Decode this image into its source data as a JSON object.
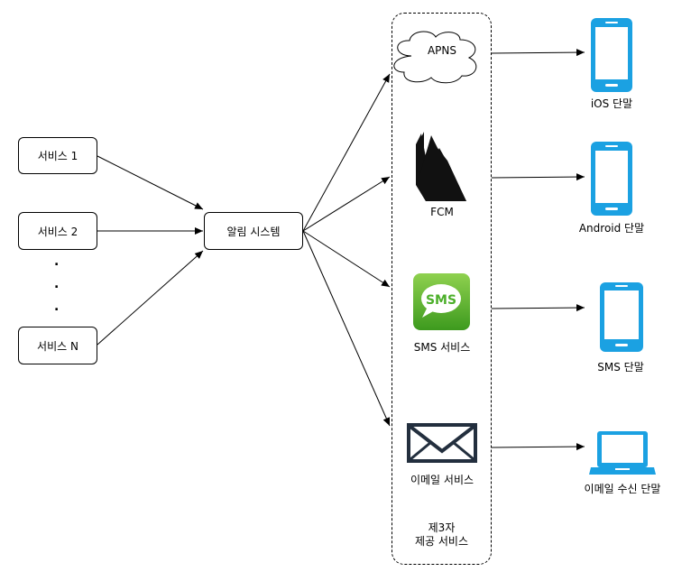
{
  "services": {
    "s1": "서비스 1",
    "s2": "서비스 2",
    "dots": [
      ".",
      ".",
      "."
    ],
    "sn": "서비스 N"
  },
  "notification_system": "알림 시스템",
  "providers": {
    "apns": "APNS",
    "fcm": "FCM",
    "sms": "SMS 서비스",
    "sms_icon_text": "SMS",
    "email": "이메일 서비스"
  },
  "third_party": {
    "line1": "제3자",
    "line2": "제공 서비스"
  },
  "devices": {
    "ios": "iOS 단말",
    "android": "Android 단말",
    "sms": "SMS 단말",
    "email": "이메일 수신 단말"
  },
  "colors": {
    "device_blue": "#1ba1e2",
    "sms_green": "#4caf2a"
  }
}
